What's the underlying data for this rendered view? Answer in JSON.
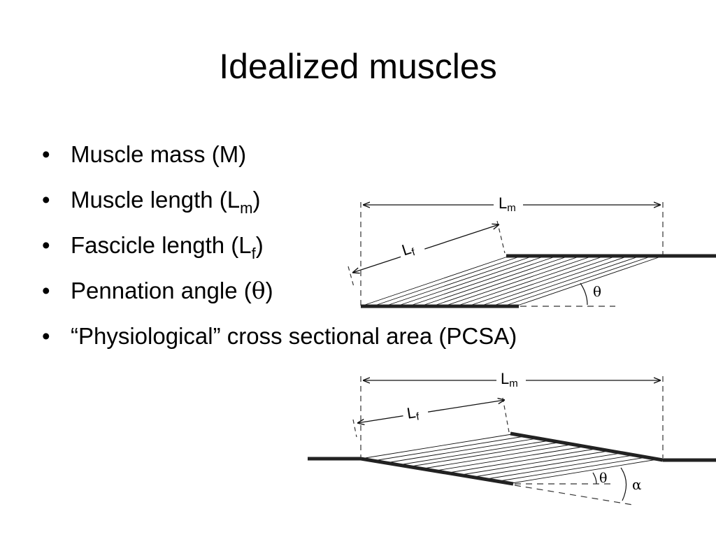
{
  "slide": {
    "title": "Idealized muscles",
    "bullets": [
      {
        "text": "Muscle mass (M)"
      },
      {
        "text": "Muscle length (L",
        "sub": "m",
        "tail": ")"
      },
      {
        "text": "Fascicle length (L",
        "sub": "f",
        "tail": ")"
      },
      {
        "text": "Pennation angle (",
        "symbol": "θ",
        "tail": ")"
      },
      {
        "text": "“Physiological” cross sectional area (PCSA)"
      }
    ],
    "bullet_char": "•"
  },
  "diagrams": {
    "top": {
      "lm_label": "L",
      "lm_sub": "m",
      "lf_label": "L",
      "lf_sub": "f",
      "angle_label": "θ"
    },
    "bottom": {
      "lm_label": "L",
      "lm_sub": "m",
      "lf_label": "L",
      "lf_sub": "f",
      "angle_label": "θ",
      "alpha_label": "α"
    }
  }
}
